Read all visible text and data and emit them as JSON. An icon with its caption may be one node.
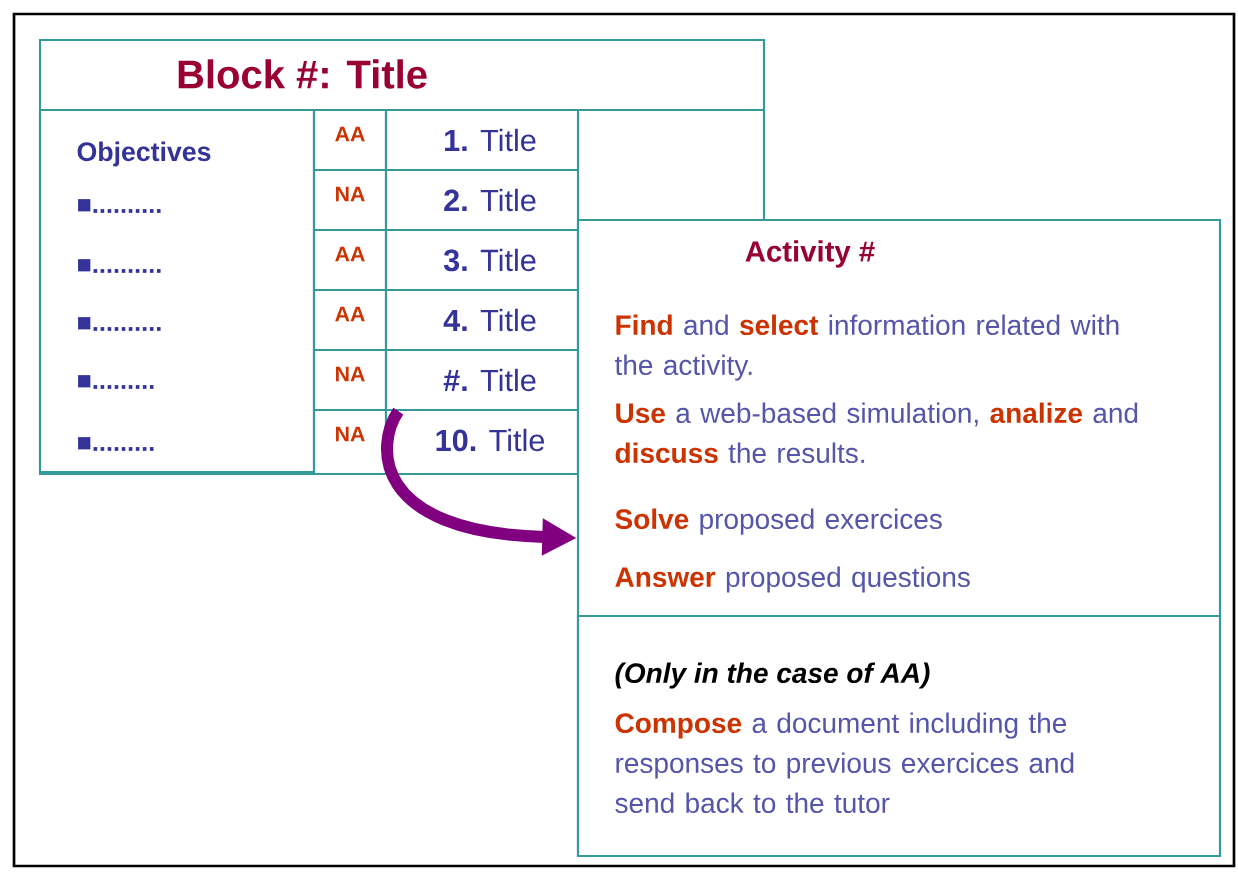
{
  "diagram": {
    "nodes": [
      {
        "text": [
          "Block #: Title"
        ]
      },
      {
        "text": [
          "Objectives",
          "■..........",
          "■..........",
          "■..........",
          "■.........",
          "■........."
        ],
        "in": 0
      },
      {
        "text": [
          "AA"
        ],
        "in": 0
      },
      {
        "text": [
          "**1.** Title"
        ],
        "in": 0
      },
      {
        "text": [
          "NA"
        ],
        "in": 0
      },
      {
        "text": [
          "**2.** Title"
        ],
        "in": 0
      },
      {
        "text": [
          "AA"
        ],
        "in": 0
      },
      {
        "text": [
          "**3.** Title"
        ],
        "in": 0
      },
      {
        "text": [
          "AA"
        ],
        "in": 0
      },
      {
        "text": [
          "**4.** Title"
        ],
        "in": 0
      },
      {
        "text": [
          "NA"
        ],
        "in": 0
      },
      {
        "text": [
          "**#.** Title"
        ],
        "in": 0
      },
      {
        "text": [
          "NA"
        ],
        "in": 0
      },
      {
        "text": [
          "**10.** Title"
        ],
        "in": 0
      },
      {
        "text": [
          "Activity #",
          "**Find** and **select** information related with the activity.",
          "**Use** a web-based simulation, **analize** and **discuss** the results.",
          "**Solve** proposed exercices",
          "**Answer** proposed questions"
        ]
      },
      {
        "text": [
          "(Only in the case of AA)",
          "**Compose** a document including the responses to previous exercices  and send back to the tutor"
        ],
        "in": 14
      }
    ],
    "edges": [
      {
        "from": 11,
        "to": 14,
        "arrow": "to",
        "color": "#800080"
      }
    ]
  }
}
